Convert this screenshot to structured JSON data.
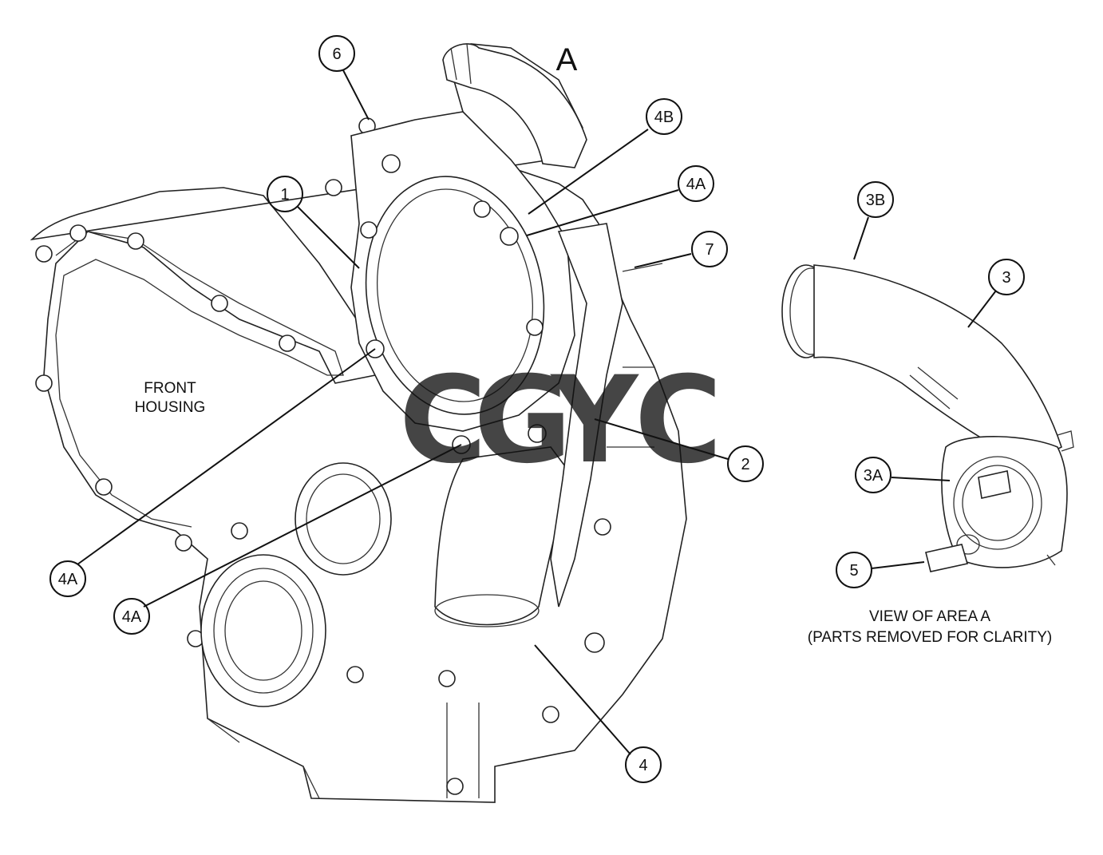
{
  "view_letter": "A",
  "front_housing": [
    "FRONT",
    "HOUSING"
  ],
  "detail_caption": [
    "VIEW OF AREA  A",
    "(PARTS REMOVED FOR CLARITY)"
  ],
  "watermark": {
    "letters": [
      "C",
      "G",
      "Y",
      "C"
    ],
    "colors": [
      "#4a8ff5",
      "#f07070",
      "#f5cf5a",
      "#5bb58a"
    ]
  },
  "callouts": {
    "c6": "6",
    "c4B": "4B",
    "c4A_top": "4A",
    "c1": "1",
    "c7": "7",
    "c2": "2",
    "c4A_left": "4A",
    "c4A_lower": "4A",
    "c4": "4",
    "c3B": "3B",
    "c3": "3",
    "c3A": "3A",
    "c5": "5"
  }
}
